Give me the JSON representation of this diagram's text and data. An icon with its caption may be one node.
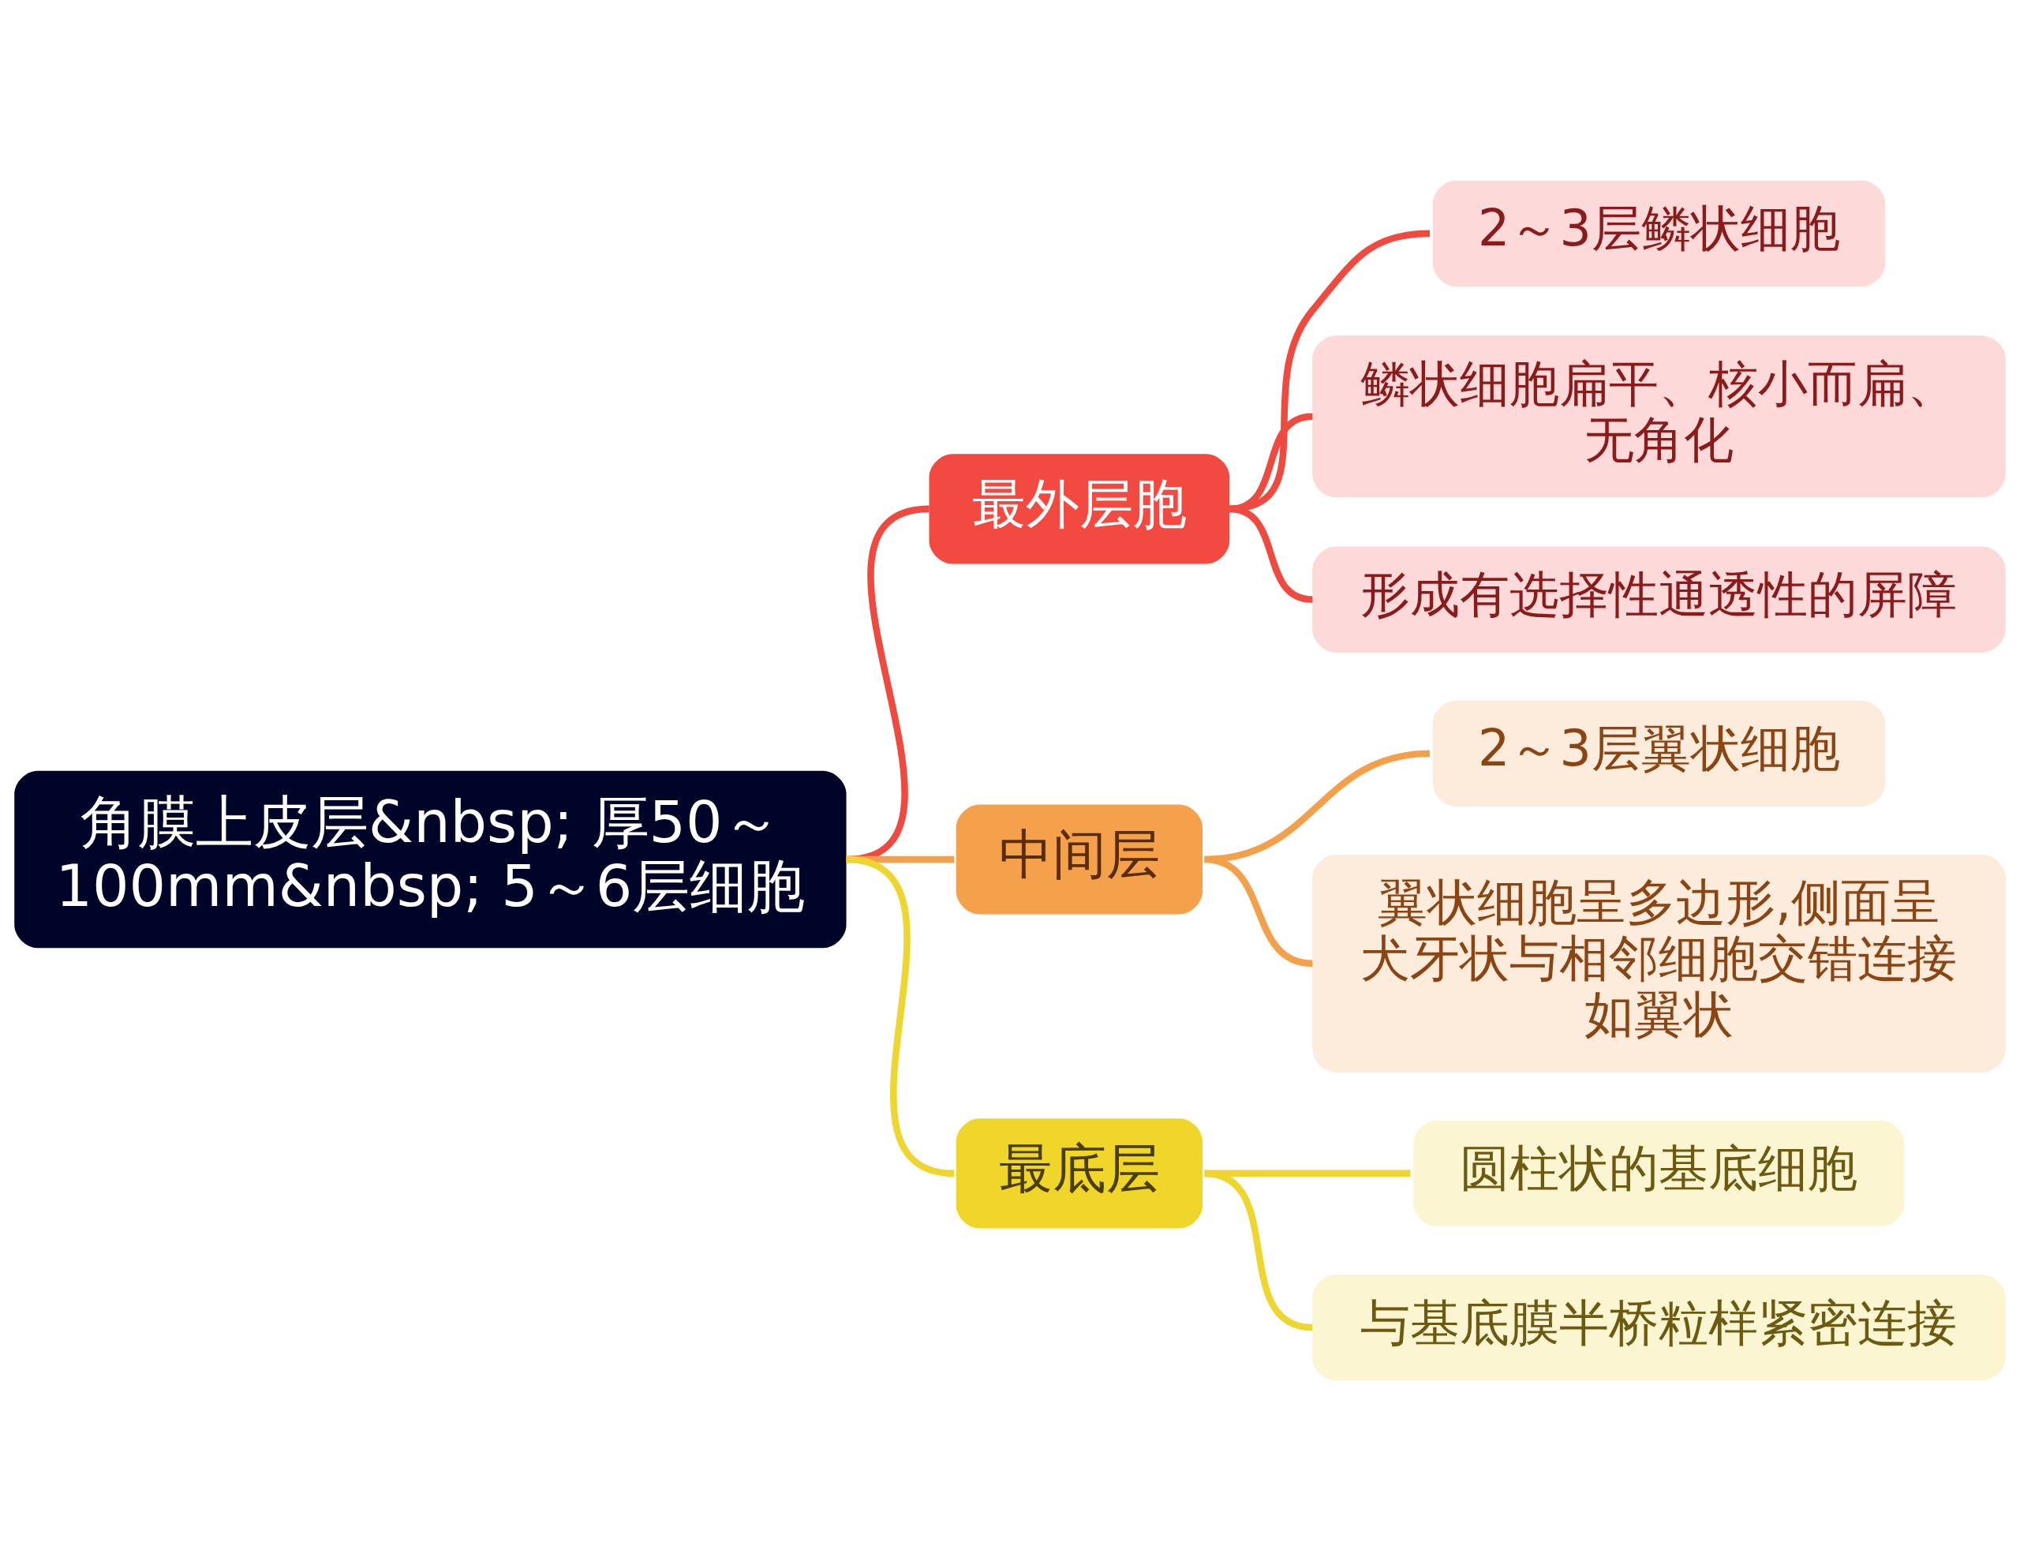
{
  "diagram": {
    "nodes": [
      {
        "text": [
          "角膜上皮层&nbsp; 厚50～100mm&nbsp; 5～6层细胞"
        ]
      },
      {
        "text": [
          "最外层胞"
        ]
      },
      {
        "text": [
          "2～3层鳞状细胞"
        ]
      },
      {
        "text": [
          "鳞状细胞扁平、核小而扁、无角化"
        ]
      },
      {
        "text": [
          "形成有选择性通透性的屏障"
        ]
      },
      {
        "text": [
          "中间层"
        ]
      },
      {
        "text": [
          "2～3层翼状细胞"
        ]
      },
      {
        "text": [
          "翼状细胞呈多边形,侧面呈犬牙状与相邻细胞交错连接如翼状"
        ]
      },
      {
        "text": [
          "最底层"
        ]
      },
      {
        "text": [
          "圆柱状的基底细胞"
        ]
      },
      {
        "text": [
          "与基底膜半桥粒样紧密连接"
        ]
      }
    ],
    "edges": [
      {
        "from": 0,
        "to": 1,
        "arrow": "none",
        "color": "#ee4a3f"
      },
      {
        "from": 1,
        "to": 2,
        "arrow": "none",
        "color": "#ee4a3f"
      },
      {
        "from": 1,
        "to": 3,
        "arrow": "none",
        "color": "#ee4a3f"
      },
      {
        "from": 1,
        "to": 4,
        "arrow": "none",
        "color": "#ee4a3f"
      },
      {
        "from": 0,
        "to": 5,
        "arrow": "none",
        "color": "#f4a04a"
      },
      {
        "from": 5,
        "to": 6,
        "arrow": "none",
        "color": "#f4a04a"
      },
      {
        "from": 5,
        "to": 7,
        "arrow": "none",
        "color": "#f4a04a"
      },
      {
        "from": 0,
        "to": 8,
        "arrow": "none",
        "color": "#eed530"
      },
      {
        "from": 8,
        "to": 9,
        "arrow": "none",
        "color": "#eed530"
      },
      {
        "from": 8,
        "to": 10,
        "arrow": "none",
        "color": "#eed530"
      }
    ]
  }
}
